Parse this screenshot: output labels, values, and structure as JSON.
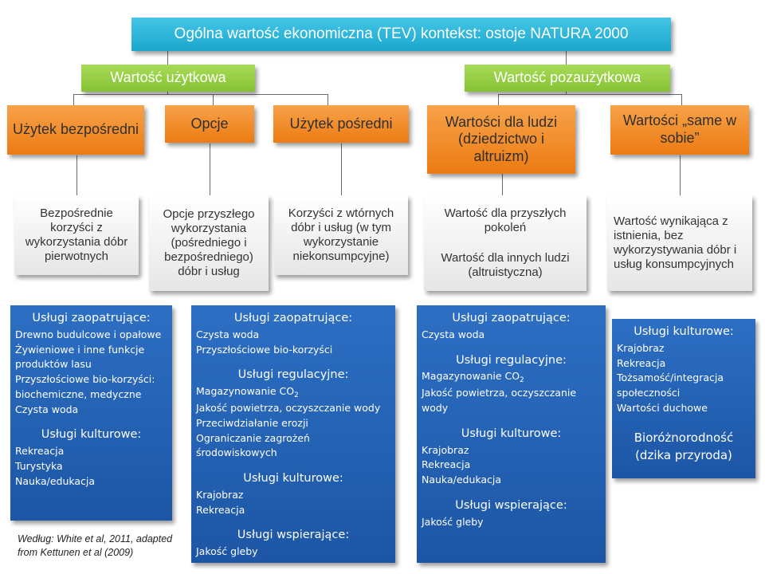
{
  "title": "Ogólna wartość ekonomiczna (TEV) kontekst: ostoje NATURA 2000",
  "groups": {
    "use": "Wartość użytkowa",
    "nonuse": "Wartość pozaużytkowa"
  },
  "categories": [
    {
      "label": "Użytek bezpośredni"
    },
    {
      "label": "Opcje"
    },
    {
      "label": "Użytek pośredni"
    },
    {
      "label": "Wartości dla ludzi (dziedzictwo i altruizm)"
    },
    {
      "label": "Wartości „same w sobie”"
    }
  ],
  "descriptions": {
    "d0": "Bezpośrednie korzyści z wykorzystania dóbr pierwotnych",
    "d1": "Opcje przyszłego wykorzystania (pośredniego i bezpośredniego) dóbr i usług",
    "d2": "Korzyści z wtórnych dóbr i usług (w tym wykorzystanie niekonsumpcyjne)",
    "d3a": "Wartość dla przyszłych pokoleń",
    "d3b": "Wartość dla innych ludzi (altruistyczna)",
    "d4": "Wartość wynikająca z istnienia, bez wykorzystywania dóbr i usług konsumpcyjnych"
  },
  "services": {
    "col1": {
      "h1": "Usługi zaopatrujące:",
      "i1": "Drewno budulcowe i opałowe",
      "i2": "Żywieniowe i inne funkcje produktów lasu",
      "i3": "Przyszłościowe bio-korzyści: biochemiczne, medyczne",
      "i4": "Czysta woda",
      "h2": "Usługi kulturowe:",
      "i5": "Rekreacja",
      "i6": "Turystyka",
      "i7": "Nauka/edukacja"
    },
    "col2": {
      "h1": "Usługi zaopatrujące:",
      "i1": "Czysta woda",
      "i2": "Przyszłościowe bio-korzyści",
      "h2": "Usługi regulacyjne:",
      "i3_pre": "Magazynowanie CO",
      "i3_sub": "2",
      "i4": "Jakość powietrza, oczyszczanie wody",
      "i5": "Przeciwdziałanie erozji",
      "i6": "Ograniczanie zagrożeń środowiskowych",
      "h3": "Usługi kulturowe:",
      "i7": "Krajobraz",
      "i8": "Rekreacja",
      "h4": "Usługi wspierające:",
      "i9": "Jakość gleby"
    },
    "col3": {
      "h1": "Usługi zaopatrujące:",
      "i1": "Czysta woda",
      "h2": "Usługi regulacyjne:",
      "i2_pre": "Magazynowanie CO",
      "i2_sub": "2",
      "i3": "Jakość powietrza, oczyszczanie wody",
      "h3": "Usługi kulturowe:",
      "i4": "Krajobraz",
      "i5": "Rekreacja",
      "i6": "Nauka/edukacja",
      "h4": "Usługi wspierające:",
      "i7": "Jakość gleby"
    },
    "col4": {
      "h1": "Usługi kulturowe:",
      "i1": "Krajobraz",
      "i2": "Rekreacja",
      "i3": "Tożsamość/integracja społeczności",
      "i4": "Wartości duchowe",
      "h2": "Bioróżnorodność (dzika przyroda)"
    }
  },
  "source": "Według: White et al, 2011, adapted from Kettunen et al (2009)",
  "colors": {
    "title_bg": "#1ba6cd",
    "group_bg": "#86c234",
    "category_bg": "#ec7b12",
    "service_bg": "#1d56a5",
    "connector": "#6b6b6b"
  }
}
